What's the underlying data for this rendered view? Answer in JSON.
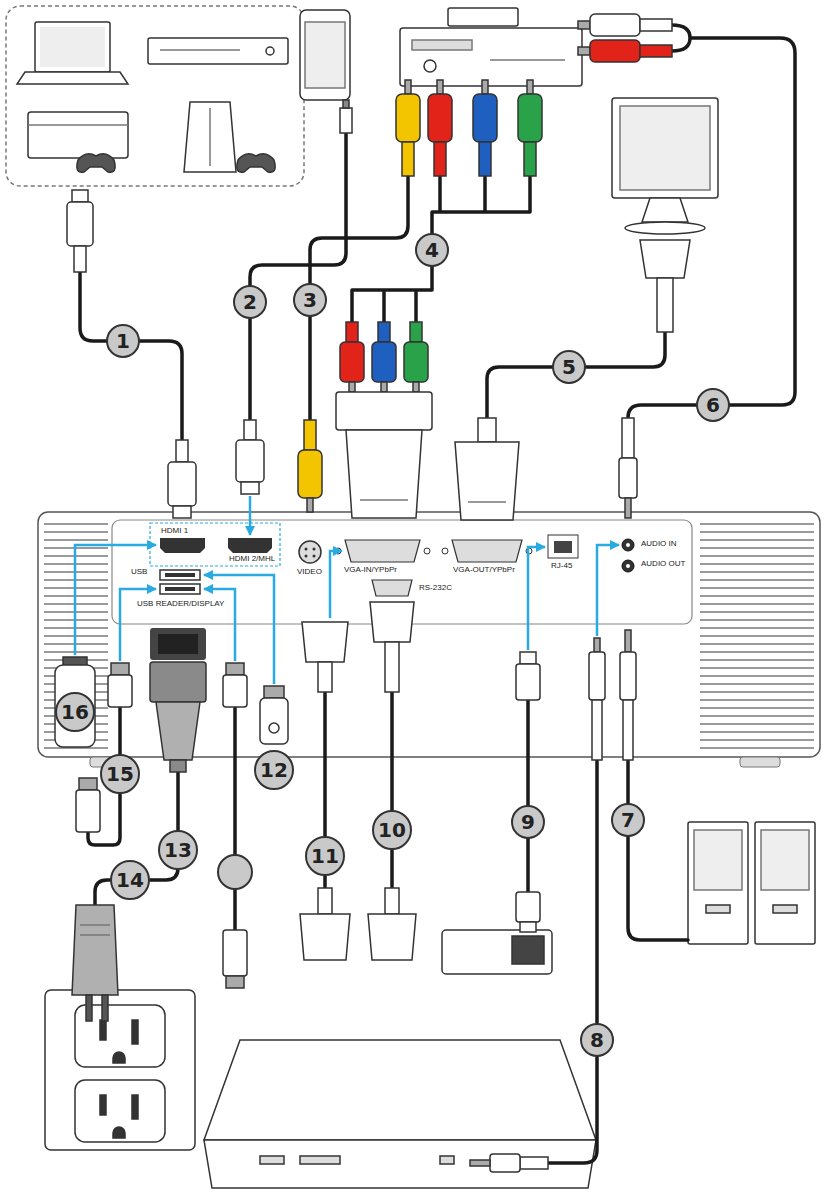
{
  "diagram": {
    "nodes": [
      {
        "text": [
          "1"
        ]
      },
      {
        "text": [
          "2"
        ]
      },
      {
        "text": [
          "3"
        ]
      },
      {
        "text": [
          "4"
        ]
      },
      {
        "text": [
          "5"
        ]
      },
      {
        "text": [
          "6"
        ]
      },
      {
        "text": [
          "7"
        ]
      },
      {
        "text": [
          "8"
        ]
      },
      {
        "text": [
          "9"
        ]
      },
      {
        "text": [
          "10"
        ]
      },
      {
        "text": [
          "11"
        ]
      },
      {
        "text": [
          "12"
        ]
      },
      {
        "text": [
          "13"
        ]
      },
      {
        "text": [
          "14"
        ]
      },
      {
        "text": [
          "15"
        ]
      },
      {
        "text": [
          "16"
        ]
      }
    ],
    "labels": [
      "HDMI 1",
      "HDMI 2/MHL",
      "USB",
      "USB READER/DISPLAY",
      "VIDEO",
      "VGA-IN/YPbPr",
      "VGA-OUT/YPbPr",
      "RS-232C",
      "RJ-45",
      "AUDIO IN",
      "AUDIO OUT"
    ]
  }
}
